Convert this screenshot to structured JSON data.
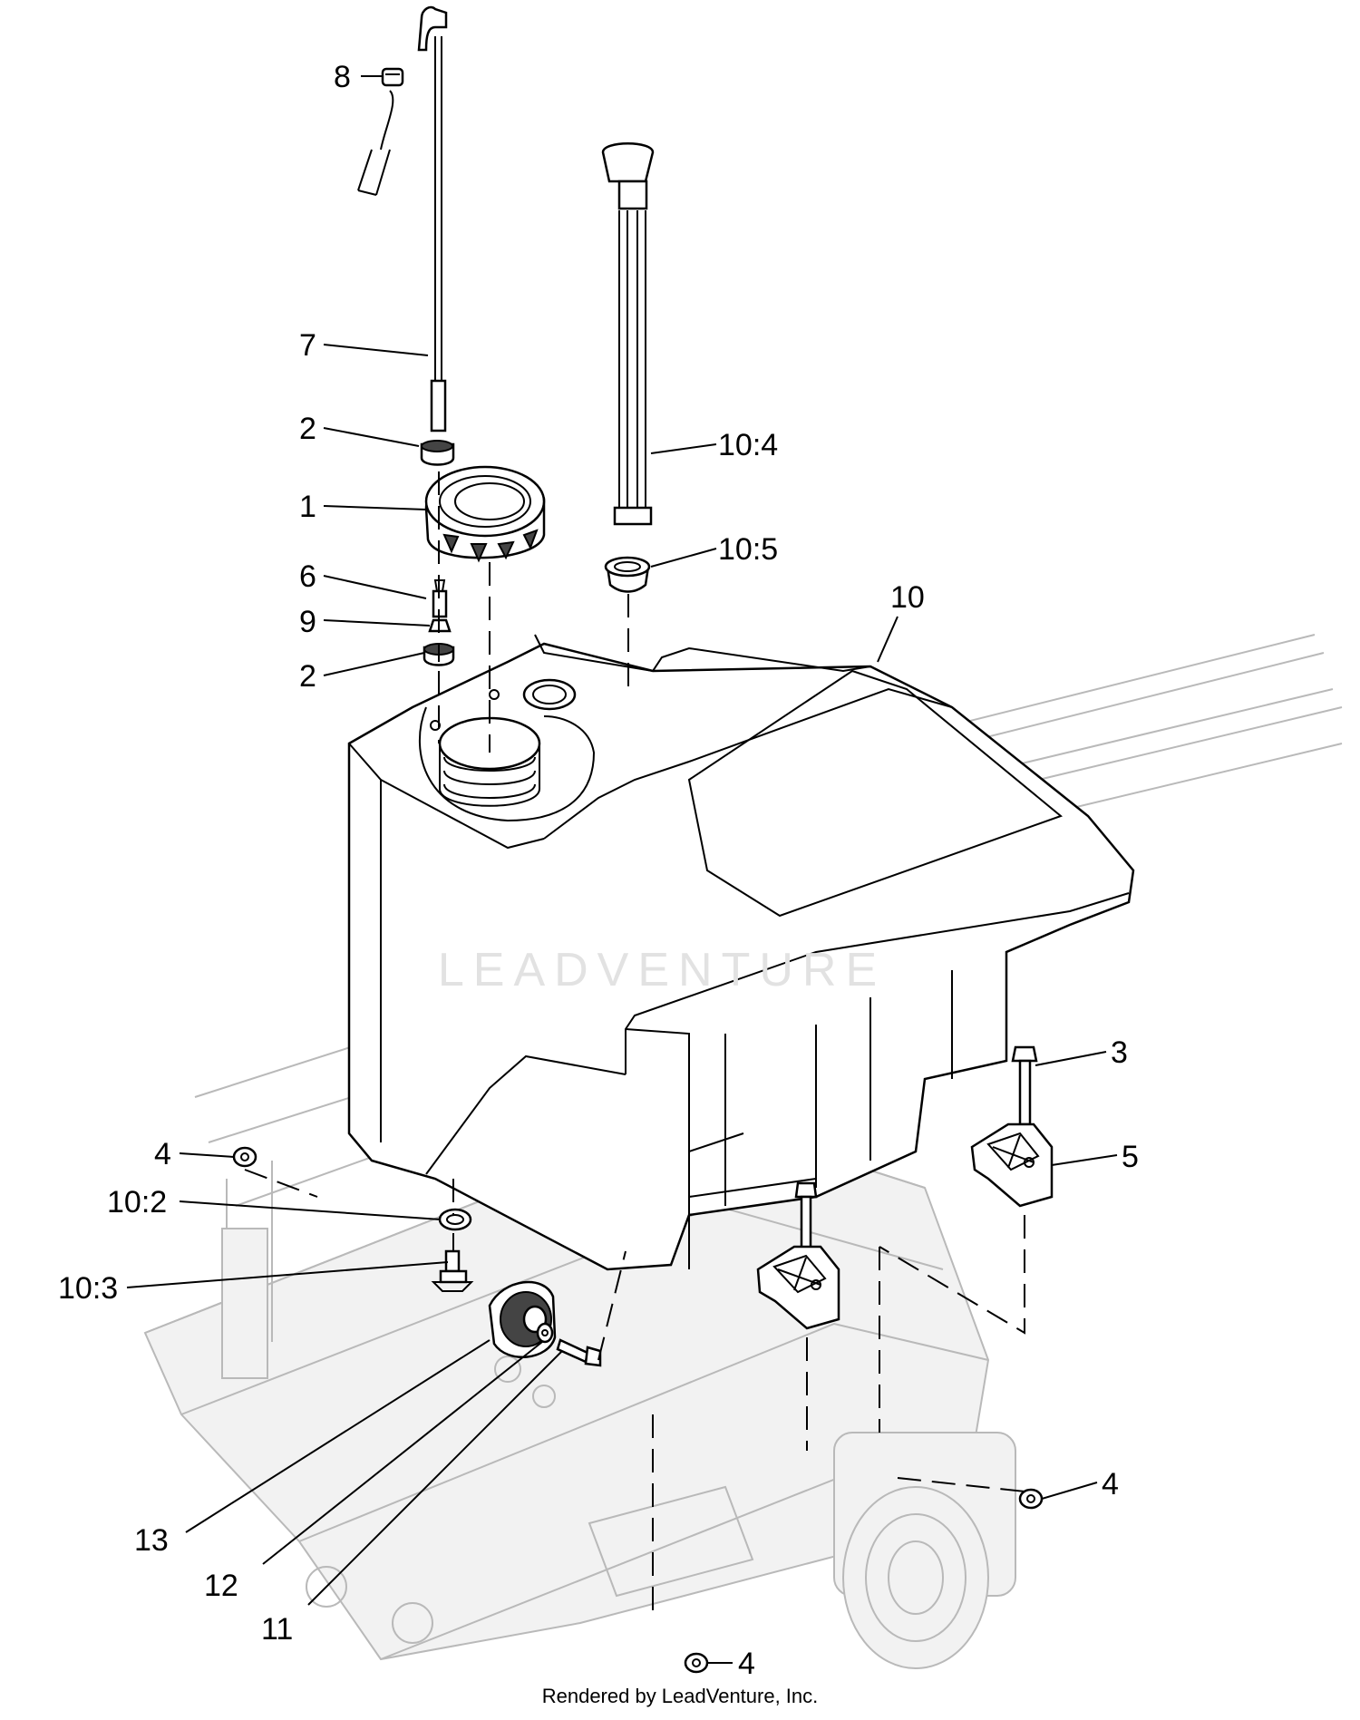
{
  "callouts": [
    {
      "id": "8",
      "text": "8"
    },
    {
      "id": "7",
      "text": "7"
    },
    {
      "id": "2a",
      "text": "2"
    },
    {
      "id": "1",
      "text": "1"
    },
    {
      "id": "6",
      "text": "6"
    },
    {
      "id": "9",
      "text": "9"
    },
    {
      "id": "2b",
      "text": "2"
    },
    {
      "id": "10-4",
      "text": "10:4"
    },
    {
      "id": "10-5",
      "text": "10:5"
    },
    {
      "id": "10",
      "text": "10"
    },
    {
      "id": "3",
      "text": "3"
    },
    {
      "id": "5",
      "text": "5"
    },
    {
      "id": "4a",
      "text": "4"
    },
    {
      "id": "10-2",
      "text": "10:2"
    },
    {
      "id": "10-3",
      "text": "10:3"
    },
    {
      "id": "13",
      "text": "13"
    },
    {
      "id": "12",
      "text": "12"
    },
    {
      "id": "11",
      "text": "11"
    },
    {
      "id": "4b",
      "text": "4"
    },
    {
      "id": "4c",
      "text": "4"
    }
  ],
  "watermark": {
    "text": "LEADVENTURE"
  },
  "footer": {
    "text": "Rendered by LeadVenture, Inc."
  }
}
